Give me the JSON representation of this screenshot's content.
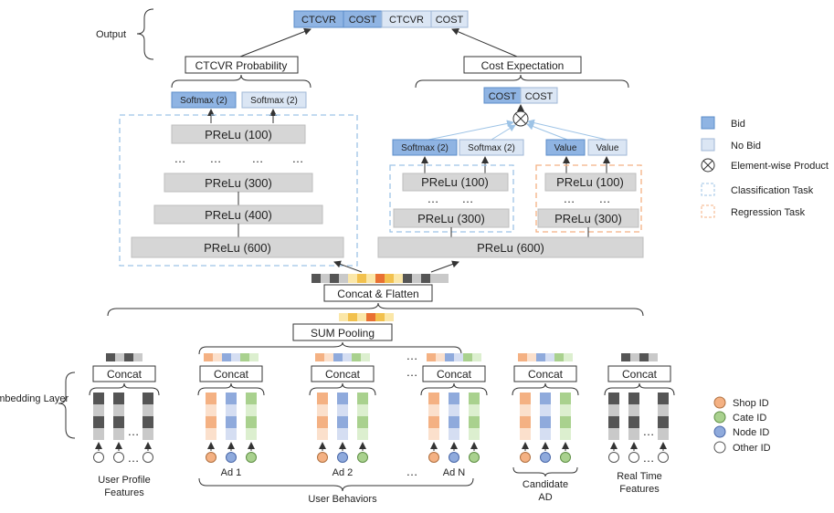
{
  "colors": {
    "bid": "#8fb4e3",
    "bid_stroke": "#5b8cc9",
    "nobid": "#dbe6f4",
    "nobid_stroke": "#9fb7d6",
    "gray_box": "#d6d6d6",
    "dark_cell": "#555555",
    "light_cell": "#c9c9c9",
    "shop": "#f4b183",
    "shop_light": "#fbe0cc",
    "cate": "#a9d18e",
    "cate_light": "#dcefcf",
    "node": "#8faadc",
    "node_light": "#d5def2",
    "orange_dash": "#f4b183",
    "blue_dash": "#9dc3e6"
  },
  "output": {
    "label": "Output",
    "cells": [
      "CTCVR",
      "COST",
      "CTCVR",
      "COST"
    ]
  },
  "left_tower": {
    "head_title": "CTCVR Probability",
    "softmax": [
      "Softmax (2)",
      "Softmax (2)"
    ],
    "layers": [
      "PReLu (100)",
      "PReLu (300)",
      "PReLu (400)",
      "PReLu (600)"
    ],
    "dots": "…"
  },
  "right_tower": {
    "head_title": "Cost Expectation",
    "cost_cells": [
      "COST",
      "COST"
    ],
    "softmax": [
      "Softmax (2)",
      "Softmax (2)"
    ],
    "values": [
      "Value",
      "Value"
    ],
    "cls_layers": [
      "PReLu (100)",
      "PReLu (300)"
    ],
    "reg_layers": [
      "PReLu (100)",
      "PReLu (300)"
    ],
    "shared": "PReLu (600)",
    "dots": "…"
  },
  "middle": {
    "concat_flatten": "Concat & Flatten",
    "sum_pooling": "SUM Pooling"
  },
  "embedding": {
    "layer_label": "Embedding Layer",
    "concat": "Concat",
    "ellipsis": "…"
  },
  "groups": {
    "user_profile": "User Profile Features",
    "ad1": "Ad 1",
    "ad2": "Ad 2",
    "adn": "Ad N",
    "user_behaviors": "User Behaviors",
    "candidate": "Candidate AD",
    "realtime": "Real Time Features"
  },
  "legend": {
    "bid": "Bid",
    "nobid": "No Bid",
    "product": "Element-wise Product",
    "classification": "Classification Task",
    "regression": "Regression Task",
    "shop": "Shop ID",
    "cate": "Cate ID",
    "node": "Node ID",
    "other": "Other ID"
  }
}
